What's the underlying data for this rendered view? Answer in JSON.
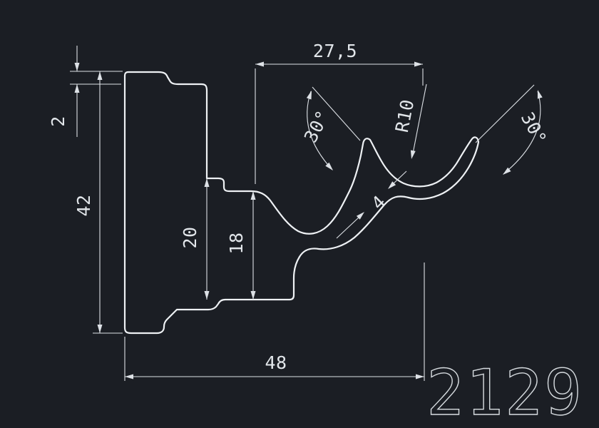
{
  "drawing": {
    "background_color": "#1b1e24",
    "line_color": "#eef1f4",
    "part_number": "2129",
    "dimensions": {
      "top_width": "27,5",
      "step_height": "2",
      "total_height": "42",
      "inner_height_left": "20",
      "inner_height_right": "18",
      "total_width": "48",
      "fork_radius": "R10",
      "angle_left": "30°",
      "angle_right": "30°",
      "arm_thickness": "4"
    }
  }
}
